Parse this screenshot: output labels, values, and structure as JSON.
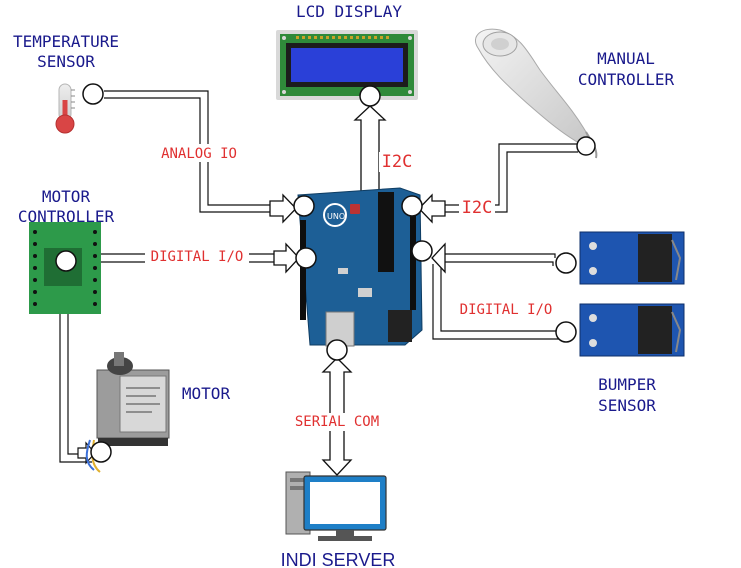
{
  "nodes": {
    "lcd": "LCD DISPLAY",
    "temp_line1": "TEMPERATURE",
    "temp_line2": "SENSOR",
    "manual_line1": "MANUAL",
    "manual_line2": "CONTROLLER",
    "motorctl_line1": "MOTOR",
    "motorctl_line2": "CONTROLLER",
    "motor": "MOTOR",
    "bumper_line1": "BUMPER",
    "bumper_line2": "SENSOR",
    "indi": "INDI SERVER"
  },
  "links": {
    "analog": "ANALOG IO",
    "i2c_lcd": "I2C",
    "i2c_ctrl": "I2C",
    "digital_motor": "DIGITAL I/O",
    "digital_bumper": "DIGITAL I/O",
    "serial": "SERIAL COM"
  },
  "colors": {
    "label": "#1a1a8c",
    "link_label": "#e03030",
    "board": "#1d5f96",
    "lcd_screen": "#2a40d8",
    "lcd_pcb": "#2f8a3a",
    "motor_driver": "#2d9a4a",
    "bumper_pcb": "#1e55b0"
  }
}
